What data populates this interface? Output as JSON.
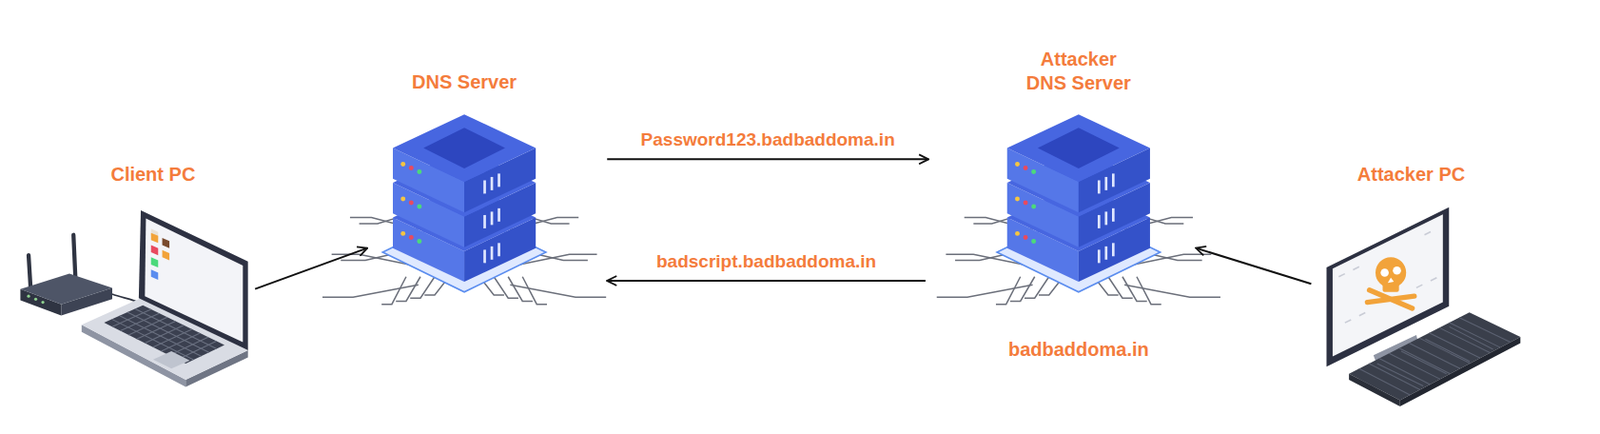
{
  "diagram": {
    "nodes": [
      {
        "text": [
          "Client PC"
        ]
      },
      {
        "text": [
          "DNS Server"
        ]
      },
      {
        "text": [
          "Attacker DNS Server",
          "badbaddoma.in"
        ]
      },
      {
        "text": [
          "Attacker PC"
        ]
      }
    ],
    "edges": [
      {
        "from": 0,
        "to": 1,
        "arrow": "to"
      },
      {
        "from": 1,
        "to": 2,
        "label": "Password123.badbaddoma.in",
        "arrow": "to"
      },
      {
        "from": 2,
        "to": 1,
        "label": "badscript.badbaddoma.in",
        "arrow": "to"
      },
      {
        "from": 3,
        "to": 2,
        "arrow": "to"
      }
    ]
  }
}
